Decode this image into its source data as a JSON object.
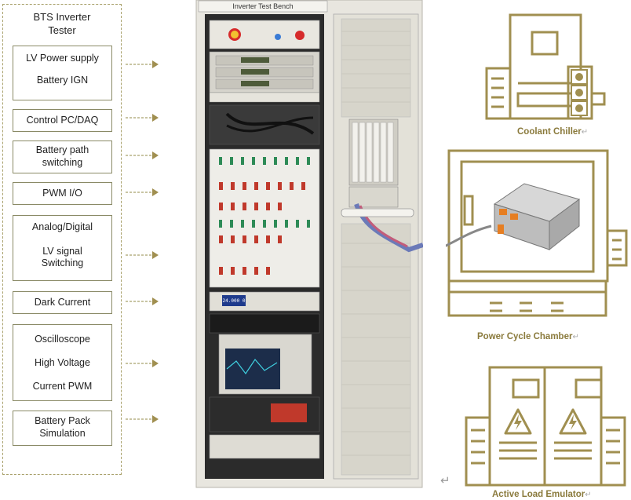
{
  "tester": {
    "title_line1": "BTS Inverter",
    "title_line2": "Tester"
  },
  "modules": [
    {
      "id": "lv-power",
      "lines": [
        "LV Power supply",
        "Battery IGN"
      ]
    },
    {
      "id": "control-pc",
      "lines": [
        "Control PC/DAQ"
      ]
    },
    {
      "id": "battery-path",
      "lines": [
        "Battery path",
        "switching"
      ]
    },
    {
      "id": "pwm-io",
      "lines": [
        "PWM I/O"
      ]
    },
    {
      "id": "analog-digital",
      "lines": [
        "Analog/Digital",
        "LV signal",
        "Switching"
      ]
    },
    {
      "id": "dark-current",
      "lines": [
        "Dark Current"
      ]
    },
    {
      "id": "oscilloscope",
      "lines": [
        "Oscilloscope",
        "High Voltage",
        "Current PWM"
      ]
    },
    {
      "id": "battery-pack",
      "lines": [
        "Battery Pack",
        "Simulation"
      ]
    }
  ],
  "rack": {
    "title": "Inverter Test Bench",
    "display_value": "24.000 0"
  },
  "equipment": {
    "chiller": "Coolant Chiller",
    "chamber": "Power Cycle Chamber",
    "load": "Active Load Emulator"
  },
  "colors": {
    "icon": "#a08f50",
    "dashed": "#a8a06a",
    "caption": "#8a7a3c"
  }
}
